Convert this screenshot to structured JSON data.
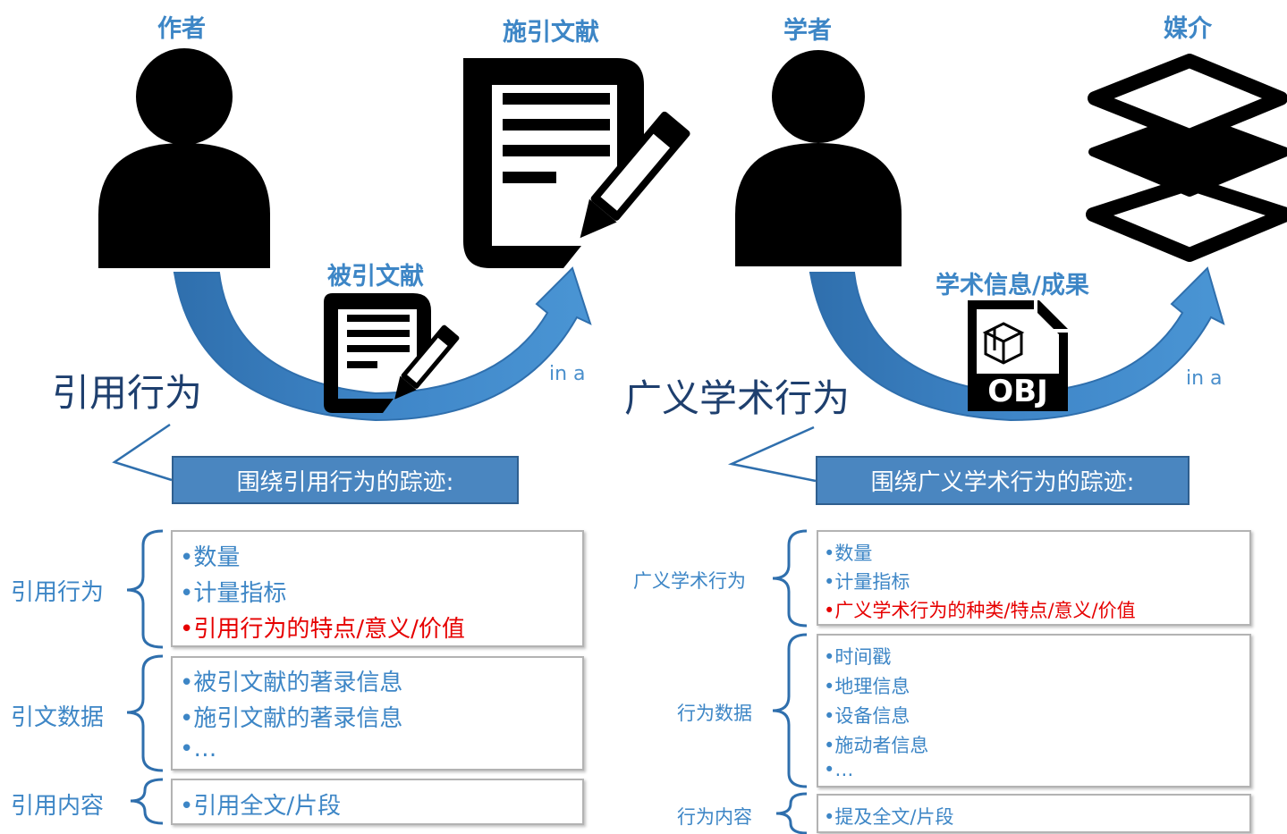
{
  "left": {
    "author": "作者",
    "citing_doc": "施引文献",
    "cited_doc": "被引文献",
    "in_a": "in a",
    "title": "引用行为",
    "header": "围绕引用行为的踪迹:",
    "groups": [
      {
        "label": "引用行为",
        "items": [
          {
            "text": "数量",
            "highlight": false
          },
          {
            "text": "计量指标",
            "highlight": false
          },
          {
            "text": "引用行为的特点/意义/价值",
            "highlight": true
          }
        ]
      },
      {
        "label": "引文数据",
        "items": [
          {
            "text": "被引文献的著录信息",
            "highlight": false
          },
          {
            "text": "施引文献的著录信息",
            "highlight": false
          },
          {
            "text": "…",
            "highlight": false
          }
        ]
      },
      {
        "label": "引用内容",
        "items": [
          {
            "text": "引用全文/片段",
            "highlight": false
          }
        ]
      }
    ]
  },
  "right": {
    "scholar": "学者",
    "medium": "媒介",
    "info": "学术信息/成果",
    "obj_label": "OBJ",
    "in_a": "in a",
    "title": "广义学术行为",
    "header": "围绕广义学术行为的踪迹:",
    "groups": [
      {
        "label": "广义学术行为",
        "items": [
          {
            "text": "数量",
            "highlight": false
          },
          {
            "text": "计量指标",
            "highlight": false
          },
          {
            "text": "广义学术行为的种类/特点/意义/价值",
            "highlight": true
          }
        ]
      },
      {
        "label": "行为数据",
        "items": [
          {
            "text": "时间戳",
            "highlight": false
          },
          {
            "text": "地理信息",
            "highlight": false
          },
          {
            "text": "设备信息",
            "highlight": false
          },
          {
            "text": "施动者信息",
            "highlight": false
          },
          {
            "text": "…",
            "highlight": false
          }
        ]
      },
      {
        "label": "行为内容",
        "items": [
          {
            "text": "提及全文/片段",
            "highlight": false
          }
        ]
      }
    ]
  },
  "bullet": "•",
  "colors": {
    "arrow_light": "#4a95d4",
    "arrow_dark": "#2f6fad",
    "label_blue": "#3d86c6",
    "title_navy": "#1e3f6e",
    "highlight_red": "#e60000",
    "header_fill": "#4a86c0"
  }
}
